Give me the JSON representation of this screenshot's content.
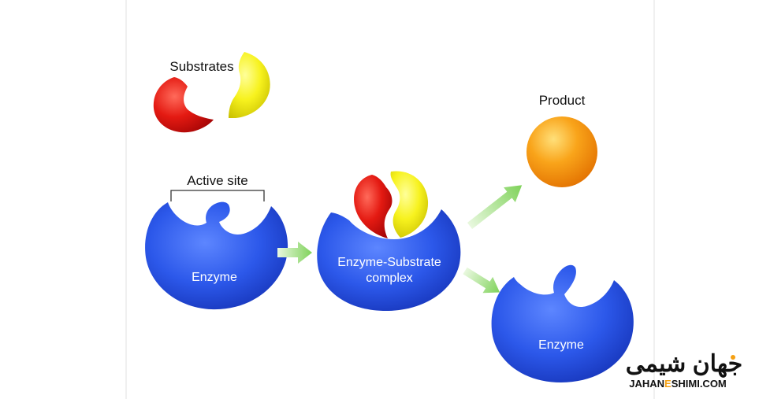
{
  "labels": {
    "substrates": "Substrates",
    "active_site": "Active site",
    "enzyme_left": "Enzyme",
    "complex_line1": "Enzyme-Substrate",
    "complex_line2": "complex",
    "product": "Product",
    "enzyme_right": "Enzyme"
  },
  "watermark": {
    "arabic_text": "جهان شیمی",
    "url_left": "JAHAN",
    "url_mid": "E",
    "url_right": "SHIMI.COM"
  },
  "colors": {
    "enzyme": "#2d5bea",
    "substrate_red": "#e01010",
    "substrate_yellow": "#f2ee1a",
    "product": "#f5a012",
    "arrow": "#8fd96a"
  }
}
